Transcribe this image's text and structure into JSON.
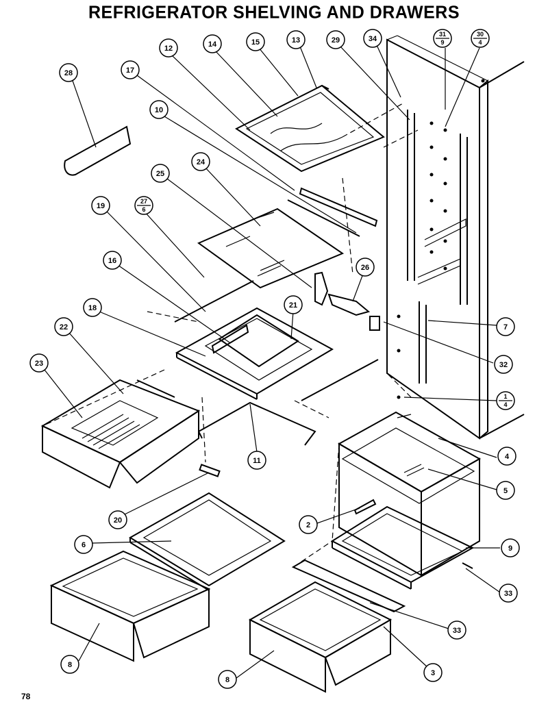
{
  "title": "REFRIGERATOR SHELVING AND DRAWERS",
  "page_number": "78",
  "callouts": [
    {
      "id": "c28",
      "label": "28"
    },
    {
      "id": "c12",
      "label": "12"
    },
    {
      "id": "c14",
      "label": "14"
    },
    {
      "id": "c15",
      "label": "15"
    },
    {
      "id": "c13",
      "label": "13"
    },
    {
      "id": "c29",
      "label": "29"
    },
    {
      "id": "c34",
      "label": "34"
    },
    {
      "id": "c17",
      "label": "17"
    },
    {
      "id": "c10",
      "label": "10"
    },
    {
      "id": "c25",
      "label": "25"
    },
    {
      "id": "c24",
      "label": "24"
    },
    {
      "id": "c19",
      "label": "19"
    },
    {
      "id": "c16",
      "label": "16"
    },
    {
      "id": "c18",
      "label": "18"
    },
    {
      "id": "c21",
      "label": "21"
    },
    {
      "id": "c26",
      "label": "26"
    },
    {
      "id": "c22",
      "label": "22"
    },
    {
      "id": "c23",
      "label": "23"
    },
    {
      "id": "c7",
      "label": "7"
    },
    {
      "id": "c32",
      "label": "32"
    },
    {
      "id": "c11",
      "label": "11"
    },
    {
      "id": "c4",
      "label": "4"
    },
    {
      "id": "c5",
      "label": "5"
    },
    {
      "id": "c20",
      "label": "20"
    },
    {
      "id": "c2",
      "label": "2"
    },
    {
      "id": "c6",
      "label": "6"
    },
    {
      "id": "c9",
      "label": "9"
    },
    {
      "id": "c33a",
      "label": "33"
    },
    {
      "id": "c33b",
      "label": "33"
    },
    {
      "id": "c8a",
      "label": "8"
    },
    {
      "id": "c8b",
      "label": "8"
    },
    {
      "id": "c3",
      "label": "3"
    }
  ],
  "fraction_callouts": [
    {
      "id": "f31_9",
      "top": "31",
      "bottom": "9"
    },
    {
      "id": "f30_4",
      "top": "30",
      "bottom": "4"
    },
    {
      "id": "f27_6",
      "top": "27",
      "bottom": "6"
    },
    {
      "id": "f1_4",
      "top": "1",
      "bottom": "4"
    }
  ]
}
